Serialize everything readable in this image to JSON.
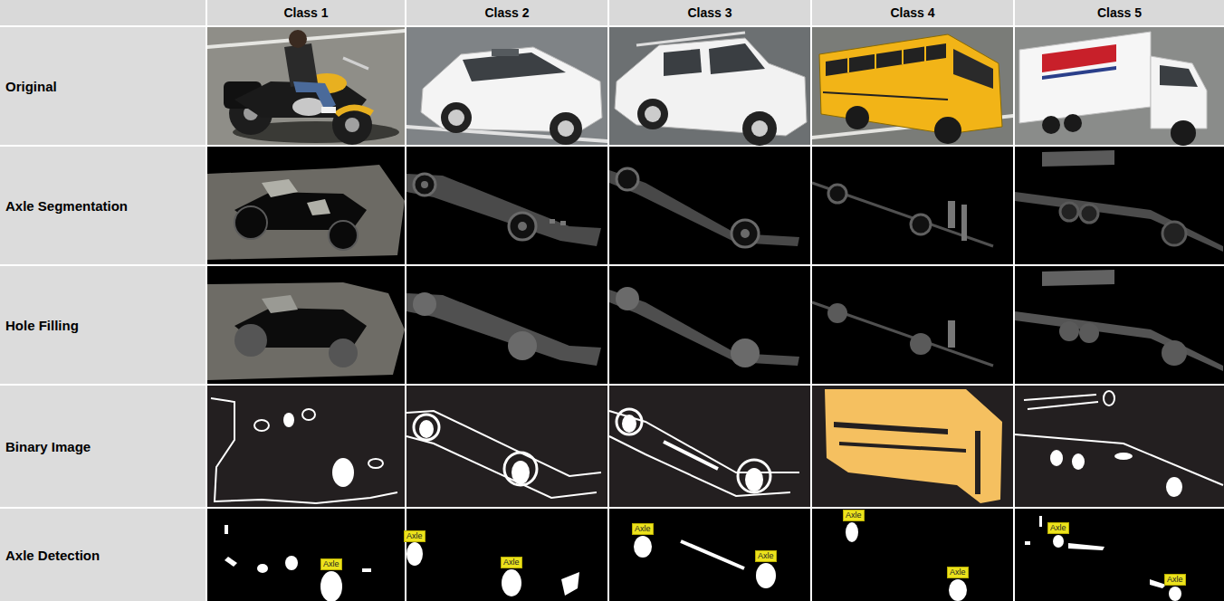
{
  "diagram": {
    "nodes": [
      {
        "text": [
          "Axle"
        ]
      },
      {
        "text": [
          "Axle"
        ]
      },
      {
        "text": [
          "Axle"
        ]
      },
      {
        "text": [
          "Axle"
        ]
      },
      {
        "text": [
          "Axle"
        ]
      },
      {
        "text": [
          "Axle"
        ]
      },
      {
        "text": [
          "Axle"
        ]
      },
      {
        "text": [
          "Axle"
        ]
      },
      {
        "text": [
          "Axle"
        ]
      }
    ],
    "labels": [
      "Class 1",
      "Class 2",
      "Class 3",
      "Class 4",
      "Class 5",
      "Original",
      "Axle Segmentation",
      "Hole Filling",
      "Binary Image",
      "Axle Detection"
    ]
  }
}
